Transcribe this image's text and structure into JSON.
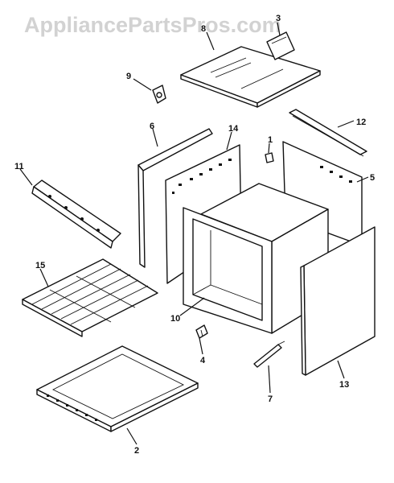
{
  "watermark": "AppliancePartsPros.com",
  "callouts": {
    "c1": "1",
    "c2": "2",
    "c3": "3",
    "c4": "4",
    "c5": "5",
    "c6": "6",
    "c7": "7",
    "c8": "8",
    "c9": "9",
    "c10": "10",
    "c11": "11",
    "c12": "12",
    "c13": "13",
    "c14": "14",
    "c15": "15"
  },
  "colors": {
    "line": "#111111",
    "watermark": "#d2d2d2",
    "background": "#ffffff"
  }
}
